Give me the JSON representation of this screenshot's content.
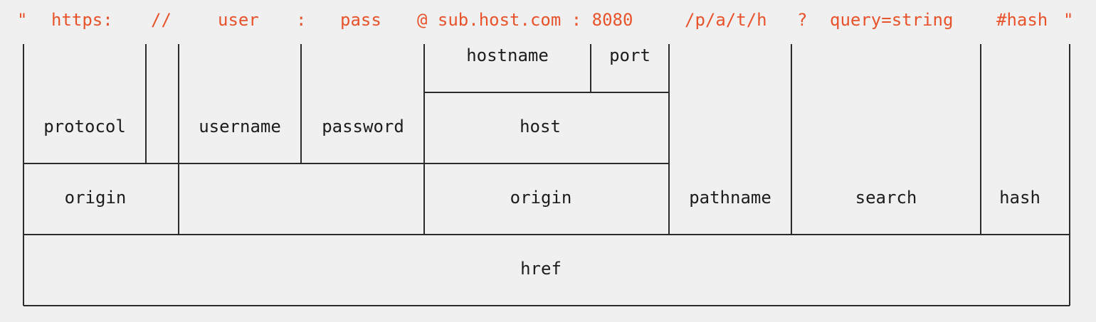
{
  "url_parts": {
    "open_quote": "\"",
    "protocol": "https:",
    "slashes": "//",
    "user": "user",
    "colon": ":",
    "pass": "pass",
    "host": "@ sub.host.com : 8080",
    "path": "/p/a/t/h",
    "qmark": "?",
    "query": "query=string",
    "hash": "#hash",
    "close_quote": "\""
  },
  "labels": {
    "hostname": "hostname",
    "port": "port",
    "protocol": "protocol",
    "username": "username",
    "password": "password",
    "host": "host",
    "origin_left": "origin",
    "origin_right": "origin",
    "pathname": "pathname",
    "search": "search",
    "hash": "hash",
    "href": "href"
  },
  "colors": {
    "url_text": "#e8532b",
    "label_text": "#1c1c1c",
    "lines": "#2b2b2b",
    "background": "#f0f0f0"
  }
}
